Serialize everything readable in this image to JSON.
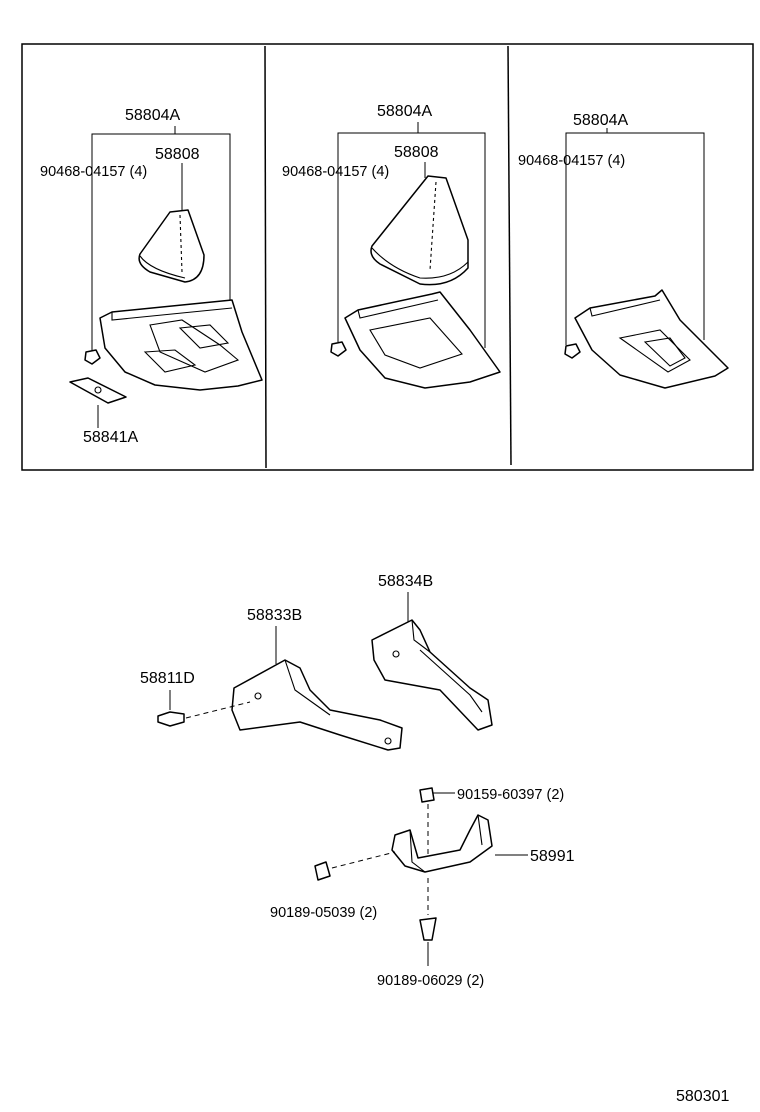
{
  "panels": [
    {
      "assembly": "58804A",
      "boot": "58808",
      "clip": "90468-04157 (4)",
      "plate": "58841A"
    },
    {
      "assembly": "58804A",
      "boot": "58808",
      "clip": "90468-04157 (4)"
    },
    {
      "assembly": "58804A",
      "clip": "90468-04157 (4)"
    }
  ],
  "lower": {
    "trim_right": "58834B",
    "trim_left": "58833B",
    "pin": "58811D",
    "screw_top": "90159-60397 (2)",
    "bracket": "58991",
    "bolt_left": "90189-05039 (2)",
    "bolt_bottom": "90189-06029 (2)"
  },
  "figure_code": "580301"
}
